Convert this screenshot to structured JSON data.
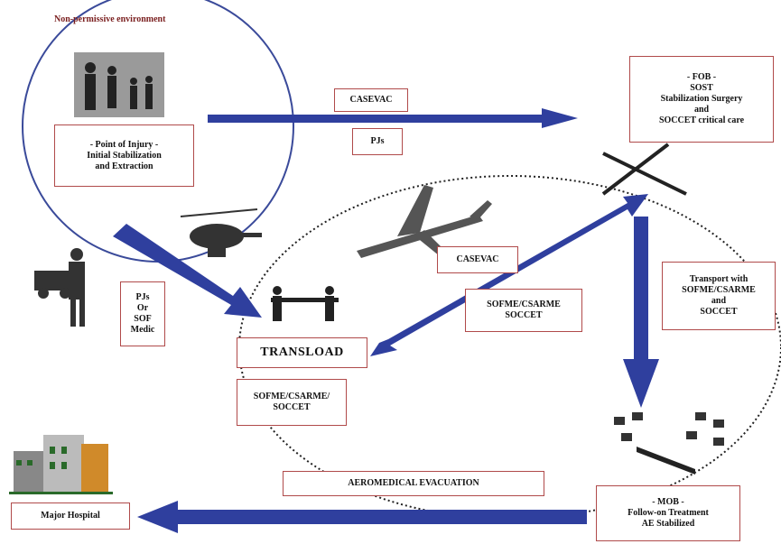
{
  "diagram": {
    "environment_label": "Non-permissive environment",
    "labels": {
      "point_of_injury": "- Point of Injury -\nInitial Stabilization\nand Extraction",
      "pj_sof_medic": "PJs\nOr\nSOF\nMedic",
      "casevac_top": "CASEVAC",
      "pj_top": "PJs",
      "fob": "- FOB -\nSOST\nStabilization Surgery\nand\nSOCCET critical care",
      "casevac_mid": "CASEVAC",
      "sofme_mid": "SOFME/CSARME\nSOCCET",
      "transport": "Transport with\nSOFME/CSARME\nand\nSOCCET",
      "transload": "TRANSLOAD",
      "sofme_transload": "SOFME/CSARME/\nSOCCET",
      "aeromedical": "AEROMEDICAL   EVACUATION",
      "mob": "- MOB -\nFollow-on Treatment\nAE Stabilized",
      "major_hospital": "Major Hospital"
    },
    "colors": {
      "arrow": "#2f3f9e",
      "label_border": "#b04a4a",
      "circle": "#3a4a9a"
    }
  }
}
